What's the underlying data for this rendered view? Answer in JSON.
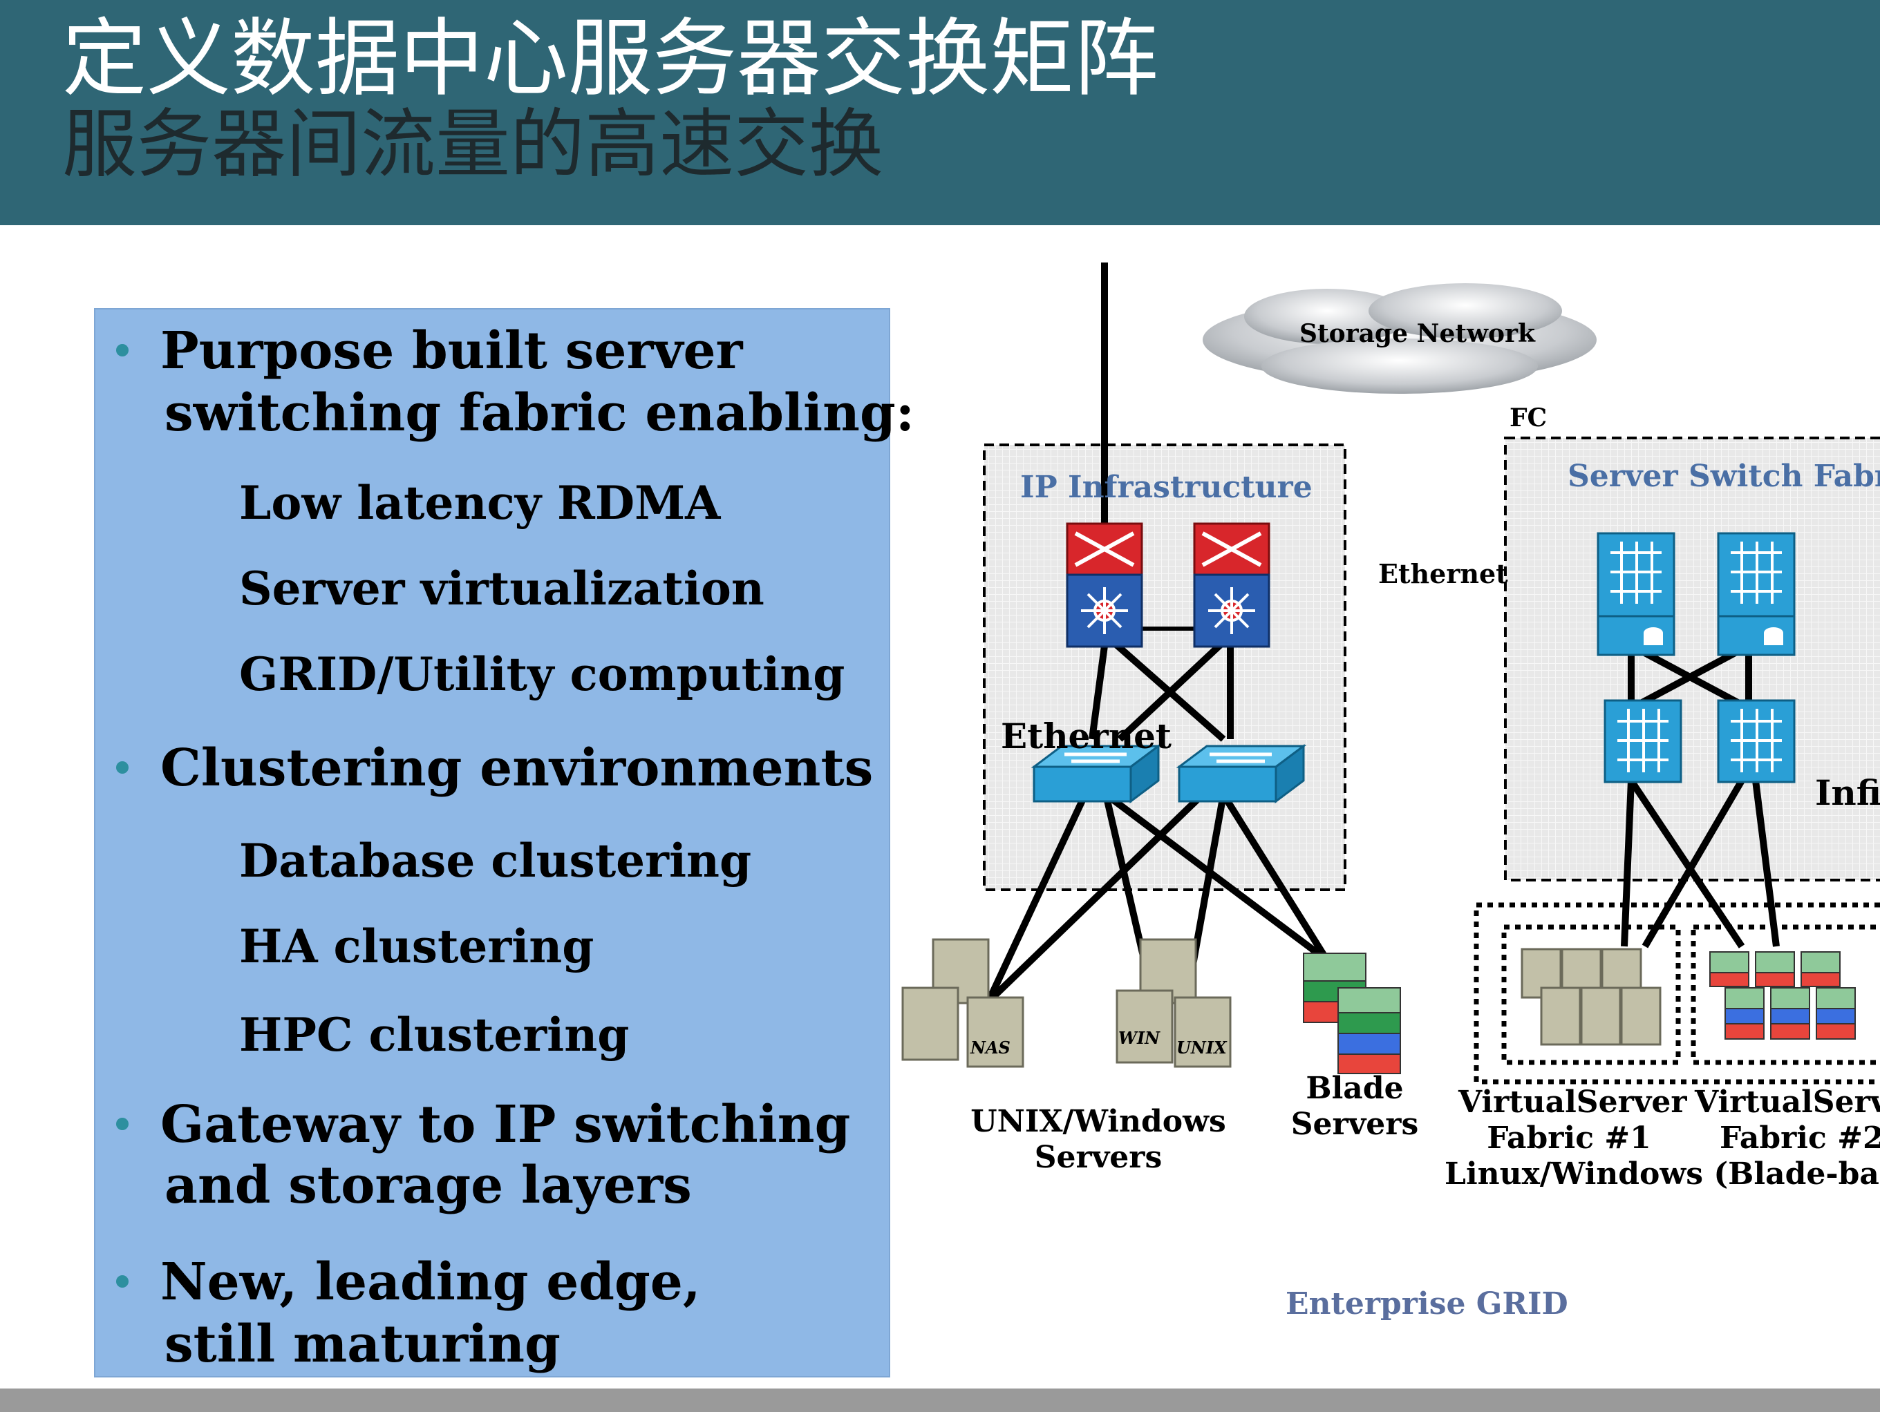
{
  "header": {
    "title": "定义数据中心服务器交换矩阵",
    "subtitle": "服务器间流量的高速交换"
  },
  "bullets": [
    {
      "line1": "Purpose built server",
      "line2": "switching fabric enabling:"
    },
    {
      "sub": [
        "Low latency RDMA",
        "Server virtualization",
        "GRID/Utility computing"
      ]
    },
    {
      "line1": "Clustering environments"
    },
    {
      "sub": [
        "Database clustering",
        "HA clustering",
        "HPC clustering"
      ]
    },
    {
      "line1": "Gateway to IP switching",
      "line2": "and storage layers"
    },
    {
      "line1": "New, leading edge,",
      "line2": "still maturing"
    }
  ],
  "diagram": {
    "cloud_label": "Storage Network",
    "fc_label": "FC",
    "ip_infra_label": "IP Infrastructure",
    "server_switch_label": "Server Switch Fabric",
    "ethernet_label_1": "Ethernet",
    "ethernet_label_2": "Ethernet",
    "infini_label": "Infin",
    "nas_label": "NAS",
    "win_label": "WIN",
    "unix_label": "UNIX",
    "unix_windows_label": [
      "UNIX/Windows",
      "Servers"
    ],
    "blade_label": [
      "Blade",
      "Servers"
    ],
    "vs1_label": [
      "VirtualServer",
      "Fabric #1"
    ],
    "vs2_label": [
      "VirtualServ",
      "Fabric #2"
    ],
    "linux_label": "Linux/Windows (Blade-base",
    "enterprise_label": "Enterprise GRID",
    "colors": {
      "ip_label": "#4a6fa5",
      "enterprise": "#5a6e9e",
      "router_red": "#d8262b",
      "router_blue": "#2a5db0",
      "switch_cyan": "#3aa8d8"
    }
  }
}
